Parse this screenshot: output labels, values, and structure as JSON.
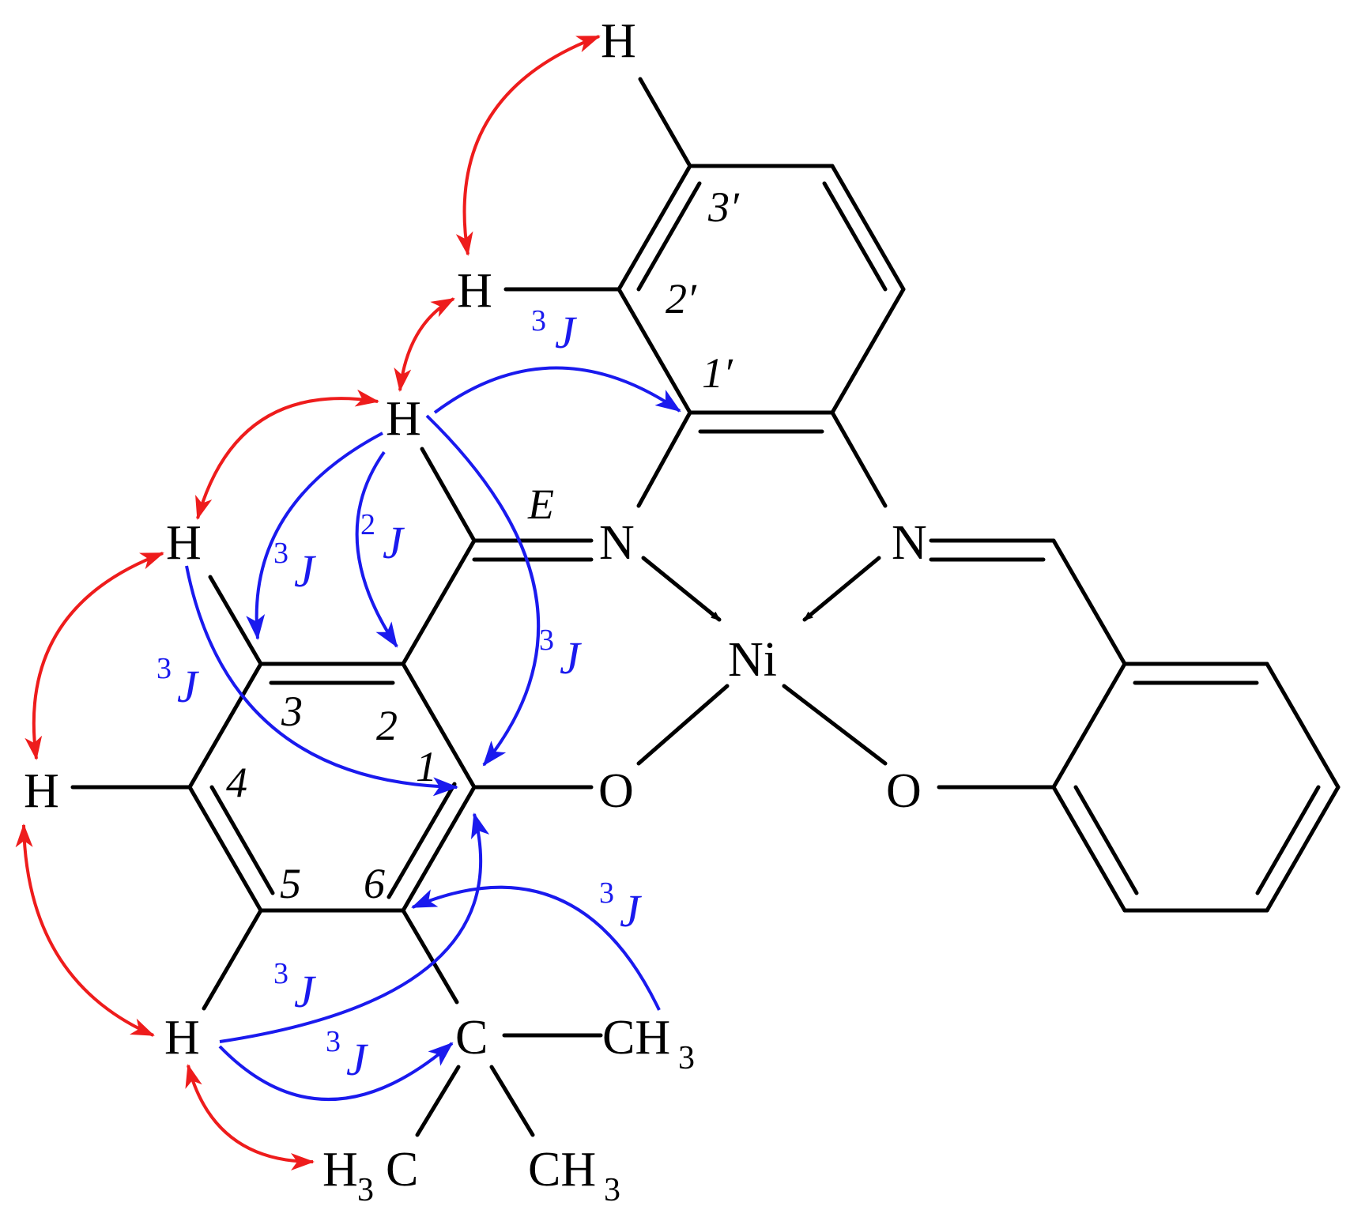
{
  "colors": {
    "bond": "#000000",
    "noe_arrow": "#ee1c1c",
    "coupling_arrow": "#1a1aee",
    "background": "#ffffff"
  },
  "atoms": {
    "ni": "Ni",
    "n_left": "N",
    "n_right": "N",
    "o_left": "O",
    "o_right": "O",
    "c_quaternary": "C",
    "h_top": "H",
    "h_2prime": "H",
    "h_imine": "H",
    "h_c3": "H",
    "h_c4": "H",
    "h_c5": "H",
    "ch3_right": "CH",
    "ch3_right_sub": "3",
    "ch3_bottom": "CH",
    "ch3_bottom_sub": "3",
    "h3c_h": "H",
    "h3c_sub": "3",
    "h3c_c": "C"
  },
  "numbering": {
    "n1": "1",
    "n2": "2",
    "n3": "3",
    "n4": "4",
    "n5": "5",
    "n6": "6",
    "n1p": "1′",
    "n2p": "2′",
    "n3p": "3′",
    "isomer": "E"
  },
  "couplings": {
    "j_letter": "J",
    "sup3": "3",
    "sup2": "2"
  }
}
